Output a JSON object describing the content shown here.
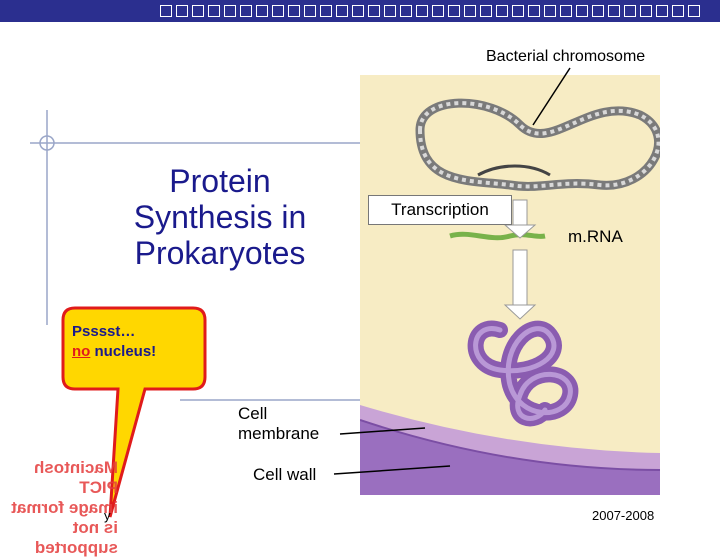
{
  "slide": {
    "title_lines": [
      "Protein",
      "Synthesis in",
      "Prokaryotes"
    ],
    "callout": {
      "line1": "Psssst…",
      "line2_underlined": "no",
      "line2_rest": "nucleus!"
    },
    "labels": {
      "bacterial_chromosome": "Bacterial chromosome",
      "transcription": "Transcription",
      "mrna": "m.RNA",
      "cell_membrane_line1": "Cell",
      "cell_membrane_line2": "membrane",
      "cell_wall": "Cell wall"
    },
    "placeholder_text": [
      "Macintosh PICT",
      "image format",
      "is not supported"
    ],
    "footer_left_fragment": "y",
    "footer_right": "2007-2008"
  },
  "colors": {
    "header": "#2b2f8f",
    "title": "#1a1a8c",
    "callout_fill": "#ffd700",
    "callout_border": "#e01b1b",
    "cell_fill": "#f7ecc4",
    "membrane": "#c9a4d6",
    "wall": "#9a6fbf"
  }
}
